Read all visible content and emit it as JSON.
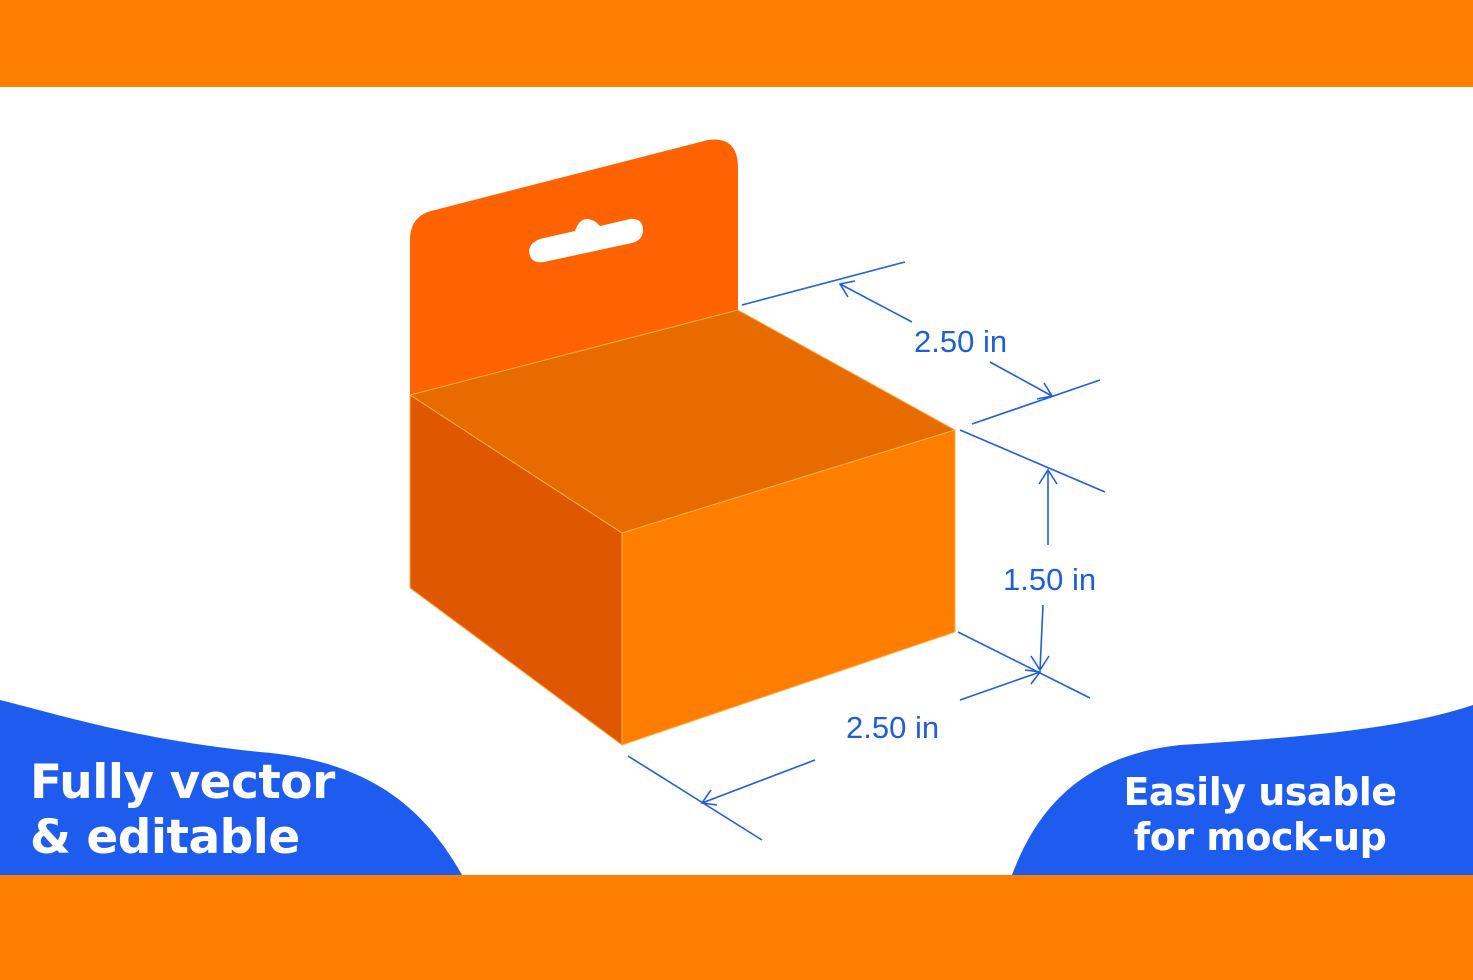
{
  "colors": {
    "band": "#ff7f00",
    "badge": "#1e5cf0",
    "dimension_line": "#1f5fd6",
    "box_front": "#ff7d00",
    "box_left": "#df5700",
    "box_top": "#e86b00",
    "hang_tab": "#ff6200"
  },
  "badges": {
    "left_line1": "Fully vector",
    "left_line2": "& editable",
    "right_line1": "Easily usable",
    "right_line2": "for mock-up"
  },
  "dimensions": {
    "depth_label": "2.50 in",
    "height_label": "1.50 in",
    "width_label": "2.50 in"
  },
  "icons": [
    "hang-tab-box-illustration",
    "dimension-arrow-icon"
  ]
}
